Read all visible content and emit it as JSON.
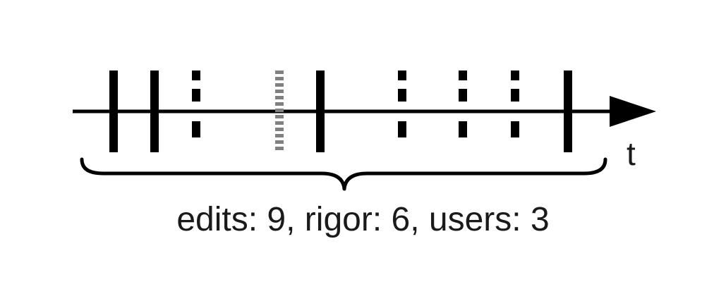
{
  "axis": {
    "label": "t"
  },
  "summary": {
    "edits_label": "edits:",
    "edits_value": "9",
    "rigor_label": "rigor:",
    "rigor_value": "6",
    "users_label": "users:",
    "users_value": "3"
  },
  "events": [
    {
      "type": "solid"
    },
    {
      "type": "solid"
    },
    {
      "type": "dotted-black"
    },
    {
      "type": "dashed-gray"
    },
    {
      "type": "solid"
    },
    {
      "type": "dotted-black"
    },
    {
      "type": "dotted-black"
    },
    {
      "type": "dotted-black"
    },
    {
      "type": "solid"
    }
  ],
  "colors": {
    "ink": "#000000",
    "muted_event": "#808080",
    "text": "#1a1a1a"
  }
}
